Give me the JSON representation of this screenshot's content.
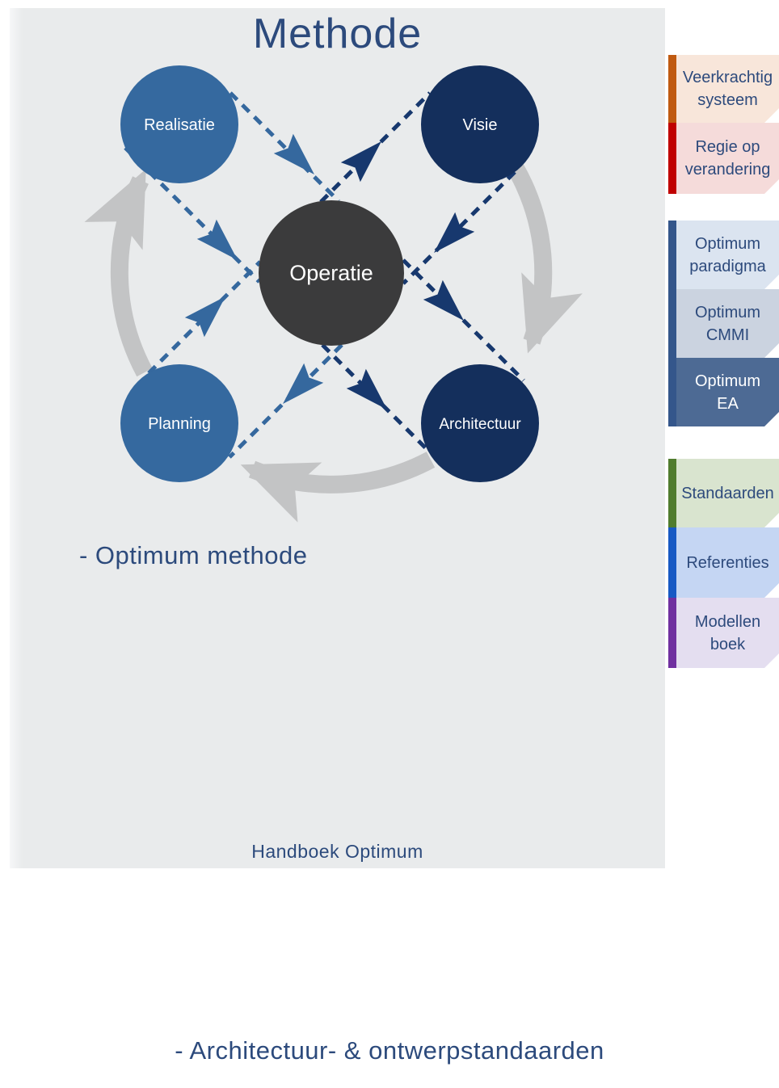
{
  "page": {
    "title": "Methode",
    "note": "- Optimum methode",
    "footer": "Handboek Optimum"
  },
  "bottom_caption": "- Architectuur- & ontwerpstandaarden",
  "diagram": {
    "type": "cycle-diagram",
    "center": {
      "label": "Operatie",
      "color": "#3b3b3c"
    },
    "nodes": [
      {
        "label": "Realisatie",
        "position": "top-left",
        "color": "#35699f"
      },
      {
        "label": "Visie",
        "position": "top-right",
        "color": "#142f5c"
      },
      {
        "label": "Planning",
        "position": "bottom-left",
        "color": "#35699f"
      },
      {
        "label": "Architectuur",
        "position": "bottom-right",
        "color": "#142f5c"
      }
    ],
    "dashed_arrow_blue": "#35689e",
    "dashed_arrow_navy": "#17386e",
    "cycle_arrow_color": "#c3c4c5",
    "cycle_flow": [
      "Visie → Architectuur",
      "Architectuur → Planning",
      "Planning → Realisatie"
    ],
    "dashed_flows": [
      "Realisatie → Operatie",
      "Operatie → Visie",
      "Visie → Operatie",
      "Operatie → Architectuur",
      "Planning → Operatie",
      "Operatie → Planning"
    ]
  },
  "tabs": [
    {
      "lines": [
        "Veerkrachtig",
        "systeem"
      ],
      "body_color": "#f8e6da",
      "bar_color": "#c05a11",
      "text_color": "#2d4a7c"
    },
    {
      "lines": [
        "Regie op",
        "verandering"
      ],
      "body_color": "#f5dbda",
      "bar_color": "#c00000",
      "text_color": "#2d4a7c"
    },
    {
      "lines": [
        "Optimum",
        "paradigma"
      ],
      "body_color": "#dbe4f0",
      "bar_color": "#34568b",
      "text_color": "#2d4a7c"
    },
    {
      "lines": [
        "Optimum",
        "CMMI"
      ],
      "body_color": "#cbd3e0",
      "bar_color": "#34568b",
      "text_color": "#2d4a7c"
    },
    {
      "lines": [
        "Optimum",
        "EA"
      ],
      "body_color": "#4d6a94",
      "bar_color": "#34568b",
      "text_color": "#ffffff"
    },
    {
      "lines": [
        "Standaarden"
      ],
      "body_color": "#d9e4cf",
      "bar_color": "#507c2e",
      "text_color": "#2d4a7c"
    },
    {
      "lines": [
        "Referenties"
      ],
      "body_color": "#c5d6f3",
      "bar_color": "#1759c4",
      "text_color": "#2d4a7c"
    },
    {
      "lines": [
        "Modellen",
        "boek"
      ],
      "body_color": "#e4def0",
      "bar_color": "#7030a0",
      "text_color": "#2d4a7c"
    }
  ]
}
